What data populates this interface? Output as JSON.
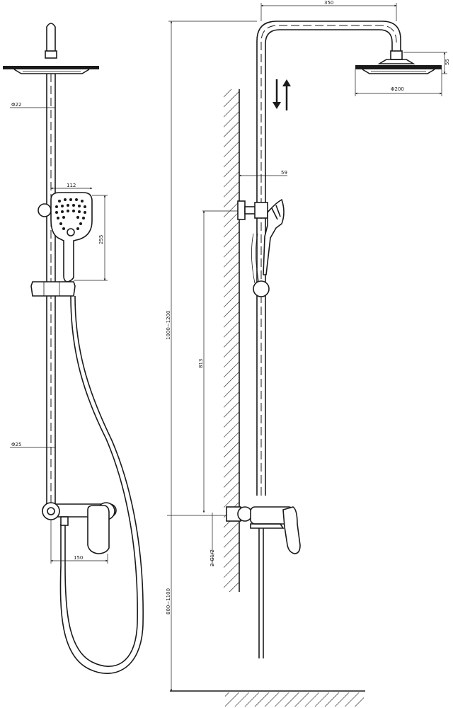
{
  "dimensions": {
    "front_rod_top_diameter": "Φ22",
    "front_rod_bottom_diameter": "Φ25",
    "hand_shower_width": "112",
    "hand_shower_height": "255",
    "mixer_width": "150",
    "arm_reach": "350",
    "head_height": "55",
    "head_diameter": "Φ200",
    "rod_wall_offset": "59",
    "mixer_to_slider": "813",
    "total_height": "1000~1200",
    "mixer_floor_height": "800~1100",
    "inlet_thread": "2-G1/2"
  },
  "colors": {
    "ink": "#1a1a1a",
    "paper": "#ffffff"
  }
}
